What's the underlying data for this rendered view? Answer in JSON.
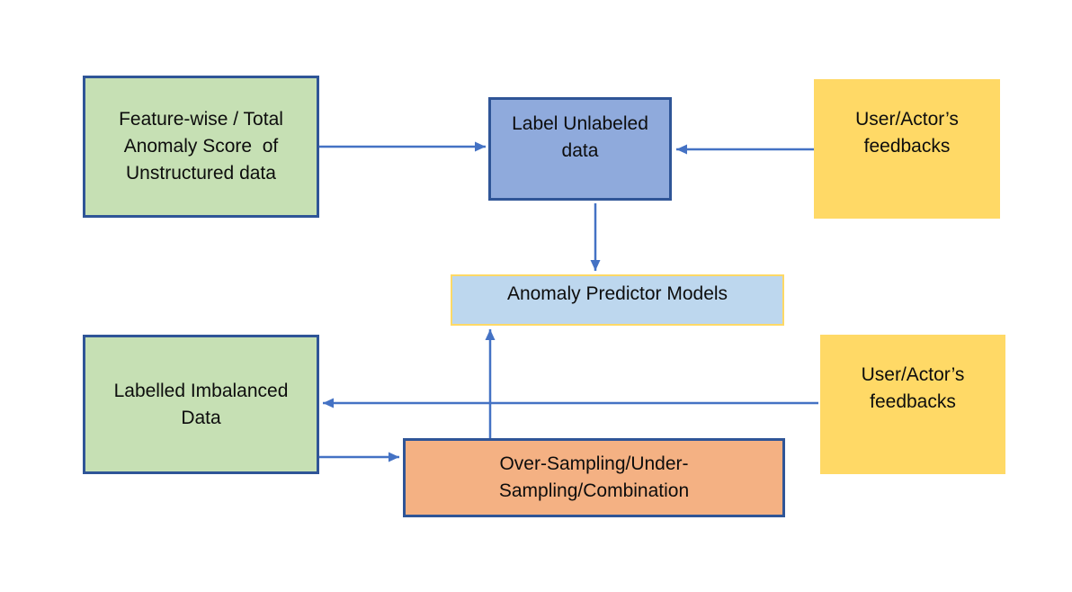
{
  "diagram": {
    "type": "flowchart",
    "background": "#ffffff",
    "nodes": {
      "feature_score": {
        "label": "Feature-wise / Total\nAnomaly Score  of\nUnstructured data",
        "fill": "#c6e0b4",
        "border": "#2f5597"
      },
      "label_unlabeled": {
        "label": "Label Unlabeled\ndata",
        "fill": "#8faadc",
        "border": "#2f5597"
      },
      "user_feedback_top": {
        "label": "User/Actor’s\nfeedbacks",
        "fill": "#ffd966",
        "border": "#ffd966"
      },
      "predictor_models": {
        "label": "Anomaly Predictor Models",
        "fill": "#bdd7ee",
        "border": "#ffd966"
      },
      "labelled_imbalanced": {
        "label": "Labelled Imbalanced\nData",
        "fill": "#c6e0b4",
        "border": "#2f5597"
      },
      "user_feedback_bottom": {
        "label": "User/Actor’s\nfeedbacks",
        "fill": "#ffd966",
        "border": "#ffd966"
      },
      "sampling": {
        "label": "Over-Sampling/Under-\nSampling/Combination",
        "fill": "#f4b183",
        "border": "#2f5597"
      }
    },
    "edges": [
      {
        "from": "feature_score",
        "to": "label_unlabeled",
        "arrowhead": "right"
      },
      {
        "from": "user_feedback_top",
        "to": "label_unlabeled",
        "arrowhead": "left"
      },
      {
        "from": "label_unlabeled",
        "to": "predictor_models",
        "arrowhead": "down"
      },
      {
        "from": "sampling",
        "to": "predictor_models",
        "arrowhead": "up"
      },
      {
        "from": "user_feedback_bottom",
        "to": "labelled_imbalanced",
        "arrowhead": "left"
      },
      {
        "from": "labelled_imbalanced",
        "to": "sampling",
        "arrowhead": "right"
      }
    ],
    "colors": {
      "arrow": "#4472c4",
      "text": "#0d0d0d"
    }
  }
}
